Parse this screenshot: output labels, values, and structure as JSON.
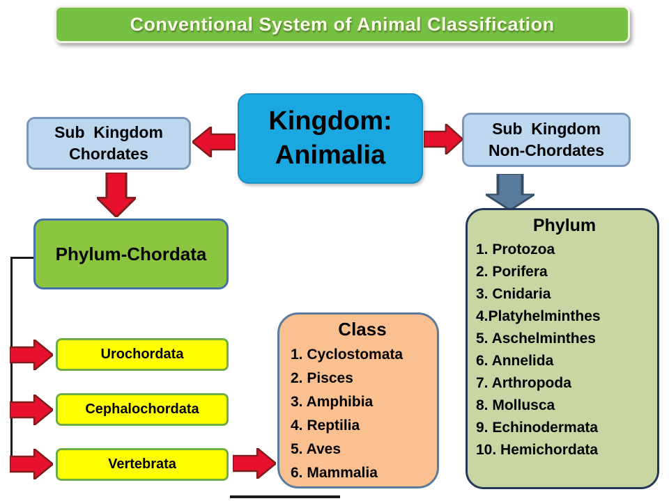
{
  "title": "Conventional System of Animal Classification",
  "kingdom": {
    "line1": "Kingdom:",
    "line2": "Animalia"
  },
  "sub_kingdom_left": {
    "line1": "Sub  Kingdom",
    "line2": "Chordates"
  },
  "sub_kingdom_right": {
    "line1": "Sub  Kingdom",
    "line2": "Non-Chordates"
  },
  "phylum_chordata_label": "Phylum-Chordata",
  "chordate_subphyla": [
    "Urochordata",
    "Cephalochordata",
    "Vertebrata"
  ],
  "phylum_panel": {
    "heading": "Phylum",
    "items": [
      "1. Protozoa",
      "2. Porifera",
      "3. Cnidaria",
      "4.Platyhelminthes",
      "5. Aschelminthes",
      "6. Annelida",
      "7. Arthropoda",
      "8. Mollusca",
      "9. Echinodermata",
      "10. Hemichordata"
    ]
  },
  "class_panel": {
    "heading": "Class",
    "items": [
      "1. Cyclostomata",
      "2. Pisces",
      "3. Amphibia",
      "4. Reptilia",
      "5. Aves",
      "6. Mammalia"
    ]
  },
  "colors": {
    "title_bg": "#76C043",
    "kingdom_bg": "#1BA7E0",
    "sub_kingdom_bg": "#BDD7EE",
    "phylum_chordata_bg": "#8CC540",
    "subphylum_bg": "#FFFF00",
    "phylum_panel_bg": "#C7D6A2",
    "class_panel_bg": "#FAC090",
    "arrow_red": "#E8112D",
    "arrow_steel_blue": "#5B7B9C"
  }
}
